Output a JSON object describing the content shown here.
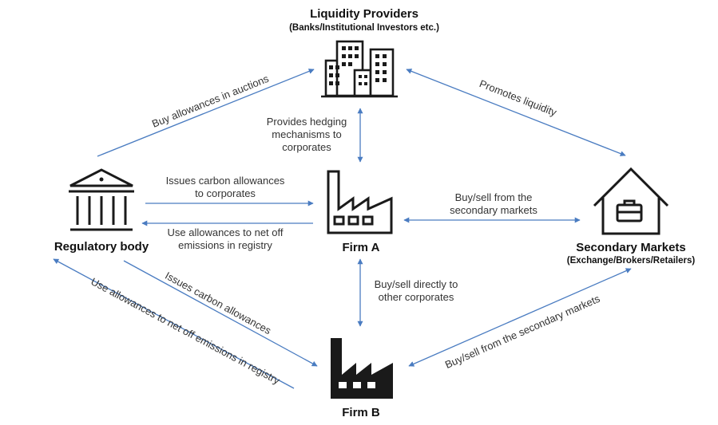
{
  "nodes": {
    "liquidity_providers": {
      "title": "Liquidity Providers",
      "subtitle": "(Banks/Institutional Investors etc.)"
    },
    "regulatory_body": {
      "title": "Regulatory body"
    },
    "firm_a": {
      "title": "Firm A"
    },
    "firm_b": {
      "title": "Firm B"
    },
    "secondary_markets": {
      "title": "Secondary Markets",
      "subtitle": "(Exchange/Brokers/Retailers)"
    }
  },
  "edges": {
    "buy_auctions": "Buy allowances in auctions",
    "promotes_liquidity": "Promotes liquidity",
    "hedging": [
      "Provides hedging",
      "mechanisms to",
      "corporates"
    ],
    "issues_firm_a": [
      "Issues carbon allowances",
      "to corporates"
    ],
    "use_firm_a": [
      "Use allowances to net off",
      "emissions in registry"
    ],
    "secondary_firm_a": [
      "Buy/sell from the",
      "secondary markets"
    ],
    "direct_a_b": [
      "Buy/sell directly to",
      "other corporates"
    ],
    "issues_firm_b": "Issues carbon allowances",
    "use_firm_b": "Use allowances to net off emissions in registry",
    "secondary_firm_b": "Buy/sell from the secondary markets"
  },
  "colors": {
    "arrow": "#4a7cc1",
    "icon": "#1a1a1a",
    "text": "#333333"
  },
  "icons": {
    "liquidity_providers": "buildings-icon",
    "regulatory_body": "bank-icon",
    "firm_a": "factory-outline-icon",
    "firm_b": "factory-solid-icon",
    "secondary_markets": "house-briefcase-icon"
  }
}
